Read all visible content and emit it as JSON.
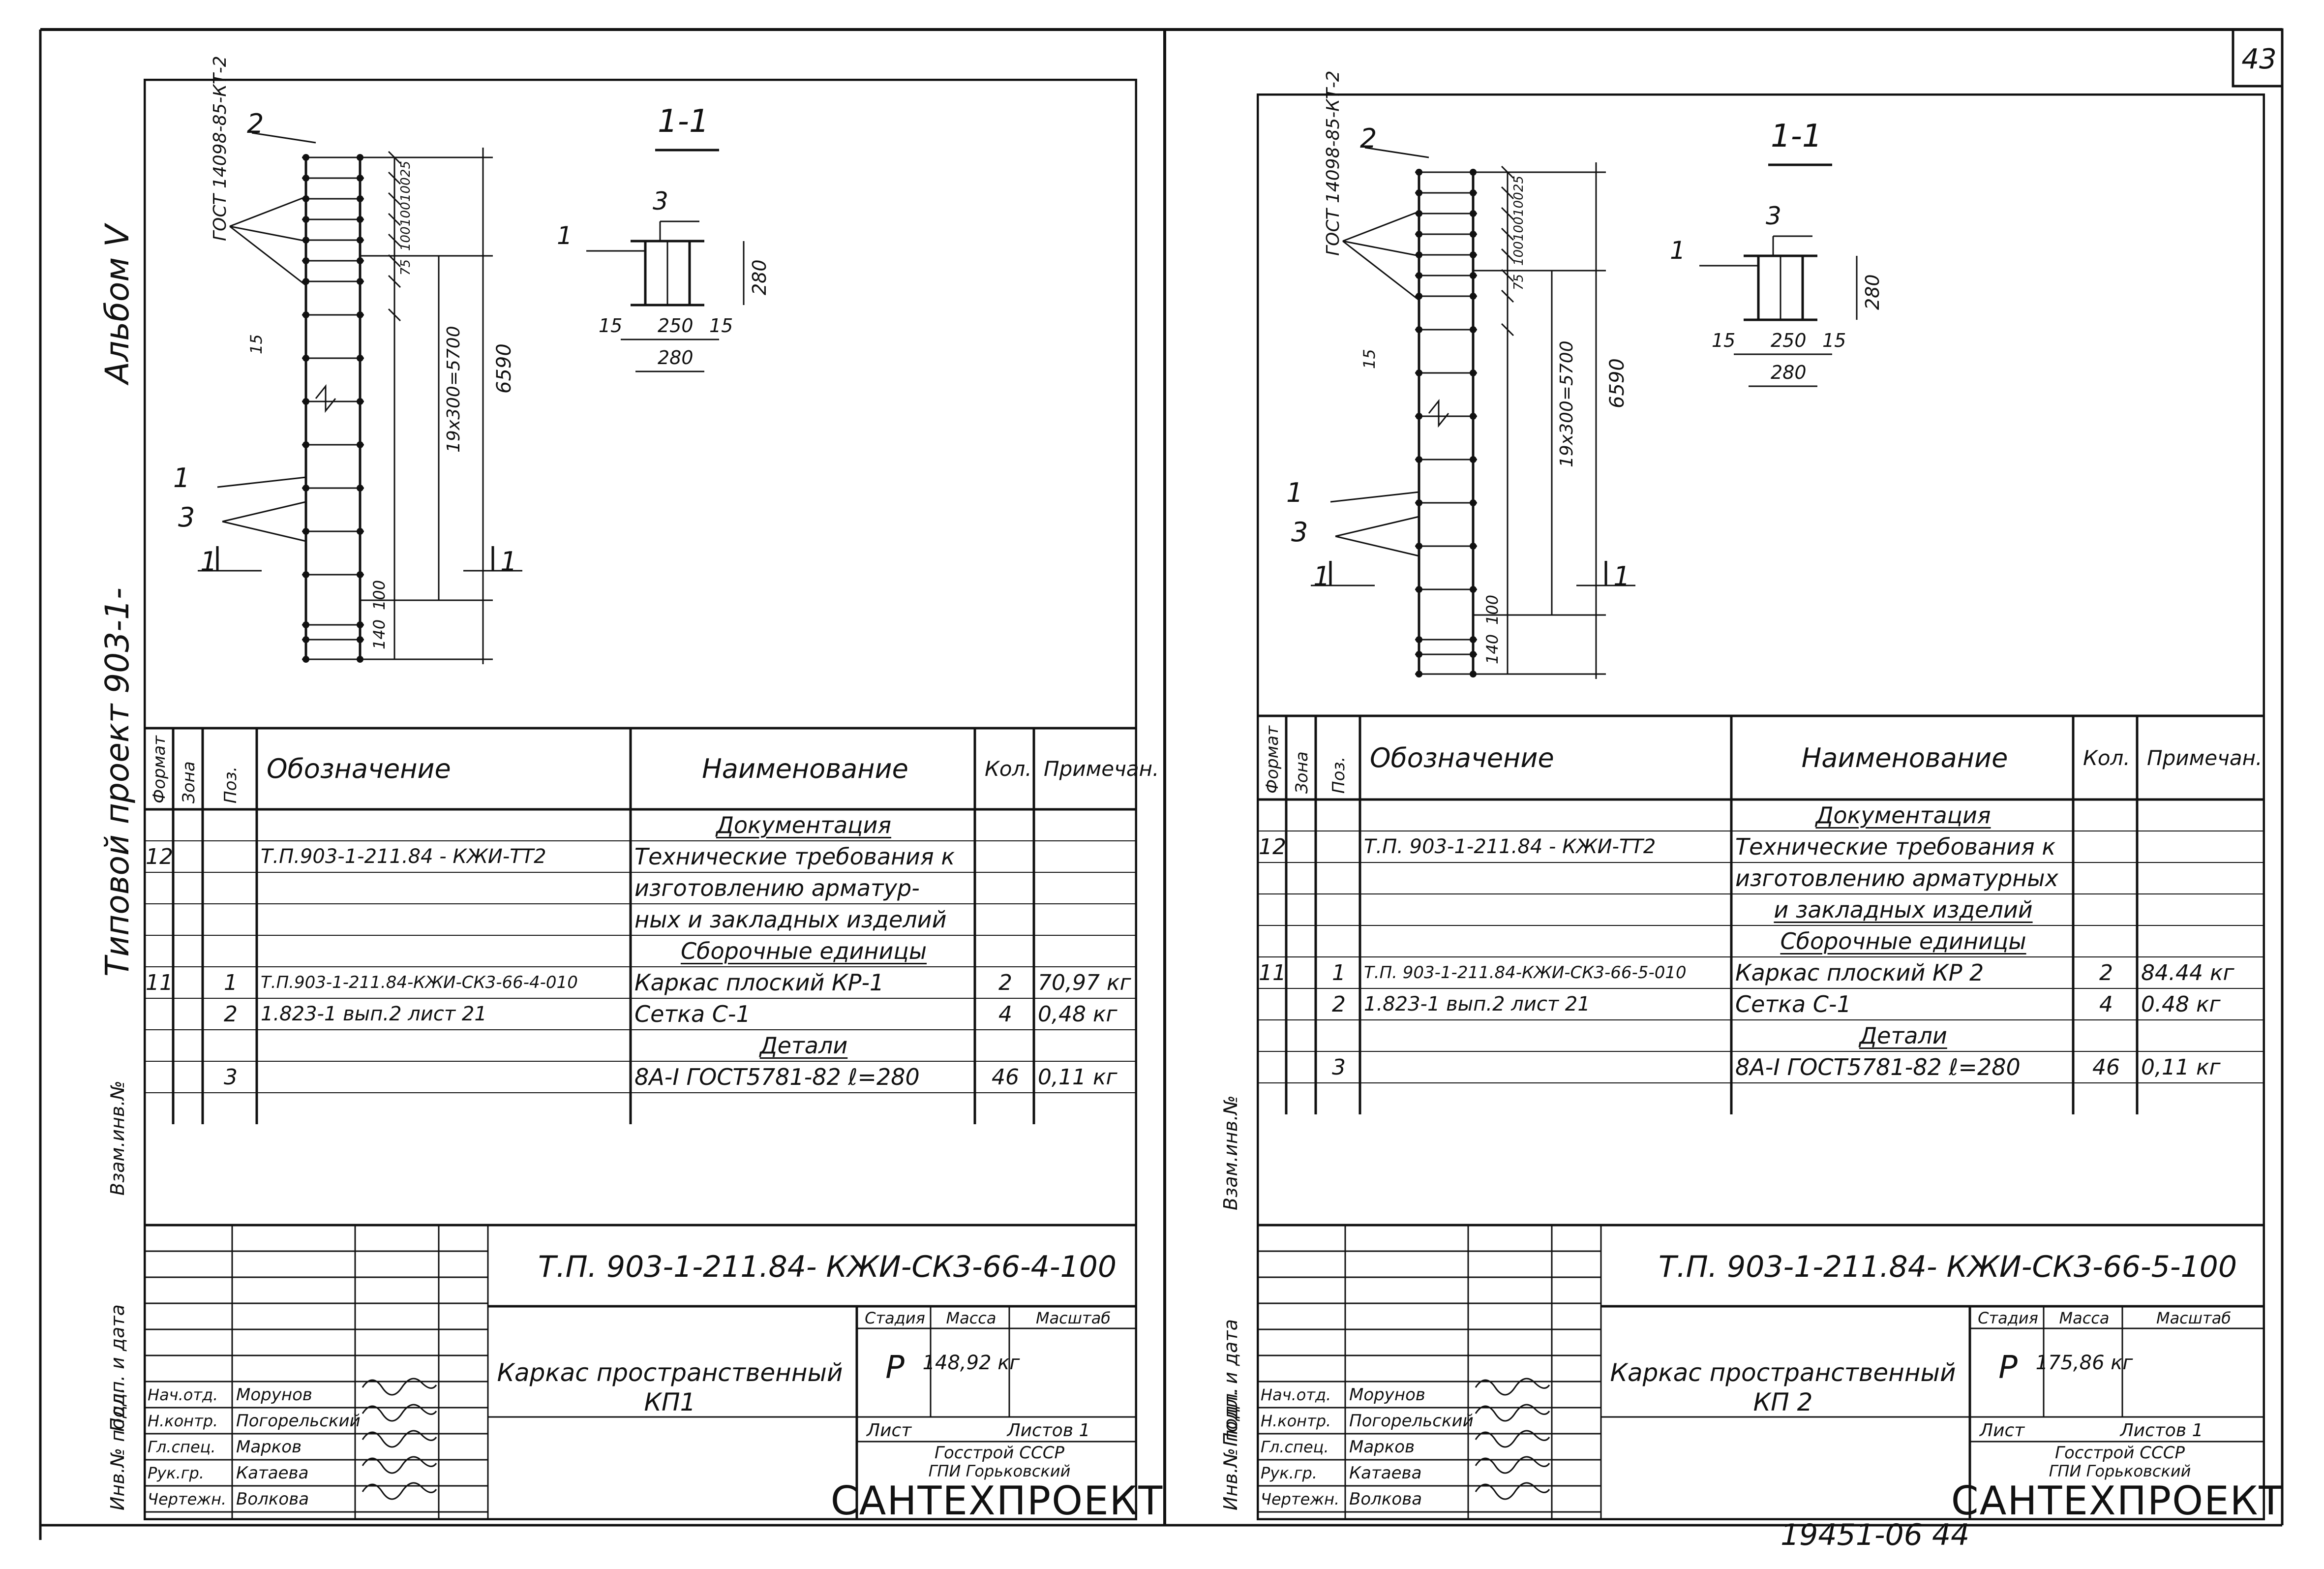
{
  "page_number": "43",
  "album_label": "Альбом V",
  "project_label": "Типовой проект 903-1-",
  "bottom_number": "19451-06   44",
  "sheets": [
    {
      "id": "left",
      "gost_label": "ГОСТ 14098-85-КТ-2",
      "section_title": "1-1",
      "dims": {
        "total": "6590",
        "spacing": "19х300=5700",
        "bottom1": "140",
        "bottom2": "100",
        "side15": "15",
        "sec_h": "280",
        "sec_w_inner": "250",
        "sec_w_outer": "280",
        "sec_side": "15",
        "top_small": [
          "25",
          "100",
          "100",
          "100",
          "75"
        ]
      },
      "positions": {
        "p1": "1",
        "p2": "2",
        "p3": "3"
      },
      "table": {
        "headers": [
          "Формат",
          "Зона",
          "Поз.",
          "Обозначение",
          "Наименование",
          "Кол.",
          "Примечан."
        ],
        "rows": [
          {
            "fmt": "",
            "zone": "",
            "pos": "",
            "code": "",
            "name": "Документация",
            "qty": "",
            "note": "",
            "name_ul": true
          },
          {
            "fmt": "12",
            "zone": "",
            "pos": "",
            "code": "Т.П.903-1-211.84   - КЖИ-ТТ2",
            "name": "Технические требования к",
            "qty": "",
            "note": ""
          },
          {
            "fmt": "",
            "zone": "",
            "pos": "",
            "code": "",
            "name": "изготовлению арматур-",
            "qty": "",
            "note": ""
          },
          {
            "fmt": "",
            "zone": "",
            "pos": "",
            "code": "",
            "name": "ных и закладных изделий",
            "qty": "",
            "note": ""
          },
          {
            "fmt": "",
            "zone": "",
            "pos": "",
            "code": "",
            "name": "Сборочные единицы",
            "qty": "",
            "note": "",
            "name_ul": true
          },
          {
            "fmt": "11",
            "zone": "",
            "pos": "1",
            "code": "Т.П.903-1-211.84-КЖИ-СК3-66-4-010",
            "name": "Каркас плоский КР-1",
            "qty": "2",
            "note": "70,97 кг"
          },
          {
            "fmt": "",
            "zone": "",
            "pos": "2",
            "code": "1.823-1       вып.2   лист 21",
            "name": "Сетка           С-1",
            "qty": "4",
            "note": "0,48 кг"
          },
          {
            "fmt": "",
            "zone": "",
            "pos": "",
            "code": "",
            "name": "Детали",
            "qty": "",
            "note": "",
            "name_ul": true
          },
          {
            "fmt": "",
            "zone": "",
            "pos": "3",
            "code": "",
            "name": "8А-I ГОСТ5781-82   ℓ=280",
            "qty": "46",
            "note": "0,11 кг"
          },
          {
            "fmt": "",
            "zone": "",
            "pos": "",
            "code": "",
            "name": "",
            "qty": "",
            "note": ""
          }
        ]
      },
      "title_block": {
        "doc_code": "Т.П. 903-1-211.84- КЖИ-СК3-66-4-100",
        "name_line1": "Каркас  пространственный",
        "name_line2": "КП1",
        "stage_h": "Стадия",
        "mass_h": "Масса",
        "scale_h": "Масштаб",
        "stage": "Р",
        "mass": "148,92 кг",
        "scale": "",
        "sheet_h": "Лист",
        "sheets_h": "Листов 1",
        "org1": "Госстрой СССР",
        "org2": "ГПИ  Горьковский",
        "org3": "САНТЕХПРОЕКТ",
        "roles": [
          {
            "role": "Нач.отд.",
            "name": "Морунов"
          },
          {
            "role": "Н.контр.",
            "name": "Погорельский"
          },
          {
            "role": "Гл.спец.",
            "name": "Марков"
          },
          {
            "role": "Рук.гр.",
            "name": "Катаева"
          },
          {
            "role": "Чертежн.",
            "name": "Волкова"
          }
        ]
      },
      "side_labels": [
        "Взам.инв.№",
        "Подп. и дата",
        "Инв.№ подл."
      ]
    },
    {
      "id": "right",
      "gost_label": "ГОСТ 14098-85-КТ-2",
      "section_title": "1-1",
      "dims": {
        "total": "6590",
        "spacing": "19х300=5700",
        "bottom1": "140",
        "bottom2": "100",
        "side15": "15",
        "sec_h": "280",
        "sec_w_inner": "250",
        "sec_w_outer": "280",
        "sec_side": "15",
        "top_small": [
          "25",
          "100",
          "100",
          "100",
          "75"
        ]
      },
      "positions": {
        "p1": "1",
        "p2": "2",
        "p3": "3"
      },
      "table": {
        "headers": [
          "Формат",
          "Зона",
          "Поз.",
          "Обозначение",
          "Наименование",
          "Кол.",
          "Примечан."
        ],
        "rows": [
          {
            "fmt": "",
            "zone": "",
            "pos": "",
            "code": "",
            "name": "Документация",
            "qty": "",
            "note": "",
            "name_ul": true
          },
          {
            "fmt": "12",
            "zone": "",
            "pos": "",
            "code": "Т.П. 903-1-211.84  - КЖИ-ТТ2",
            "name": "Технические требования к",
            "qty": "",
            "note": ""
          },
          {
            "fmt": "",
            "zone": "",
            "pos": "",
            "code": "",
            "name": "изготовлению арматурных",
            "qty": "",
            "note": ""
          },
          {
            "fmt": "",
            "zone": "",
            "pos": "",
            "code": "",
            "name": "и закладных изделий",
            "qty": "",
            "note": "",
            "name_ul": true
          },
          {
            "fmt": "",
            "zone": "",
            "pos": "",
            "code": "",
            "name": "Сборочные единицы",
            "qty": "",
            "note": "",
            "name_ul": true
          },
          {
            "fmt": "11",
            "zone": "",
            "pos": "1",
            "code": "Т.П. 903-1-211.84-КЖИ-СК3-66-5-010",
            "name": "Каркас  плоский  КР 2",
            "qty": "2",
            "note": "84.44 кг"
          },
          {
            "fmt": "",
            "zone": "",
            "pos": "2",
            "code": "1.823-1        вып.2  лист 21",
            "name": "Сетка               С-1",
            "qty": "4",
            "note": "0.48 кг"
          },
          {
            "fmt": "",
            "zone": "",
            "pos": "",
            "code": "",
            "name": "Детали",
            "qty": "",
            "note": "",
            "name_ul": true
          },
          {
            "fmt": "",
            "zone": "",
            "pos": "3",
            "code": "",
            "name": "8А-I ГОСТ5781-82  ℓ=280",
            "qty": "46",
            "note": "0,11 кг"
          },
          {
            "fmt": "",
            "zone": "",
            "pos": "",
            "code": "",
            "name": "",
            "qty": "",
            "note": ""
          }
        ]
      },
      "title_block": {
        "doc_code": "Т.П. 903-1-211.84- КЖИ-СК3-66-5-100",
        "name_line1": "Каркас пространственный",
        "name_line2": "КП 2",
        "stage_h": "Стадия",
        "mass_h": "Масса",
        "scale_h": "Масштаб",
        "stage": "Р",
        "mass": "175,86 кг",
        "scale": "",
        "sheet_h": "Лист",
        "sheets_h": "Листов 1",
        "org1": "Госстрой СССР",
        "org2": "ГПИ  Горьковский",
        "org3": "САНТЕХПРОЕКТ",
        "roles": [
          {
            "role": "Нач.отд.",
            "name": "Морунов"
          },
          {
            "role": "Н.контр.",
            "name": "Погорельский"
          },
          {
            "role": "Гл.спец.",
            "name": "Марков"
          },
          {
            "role": "Рук.гр.",
            "name": "Катаева"
          },
          {
            "role": "Чертежн.",
            "name": "Волкова"
          }
        ]
      },
      "side_labels": [
        "Взам.инв.№",
        "Подп. и дата",
        "Инв.№ подл."
      ]
    }
  ]
}
